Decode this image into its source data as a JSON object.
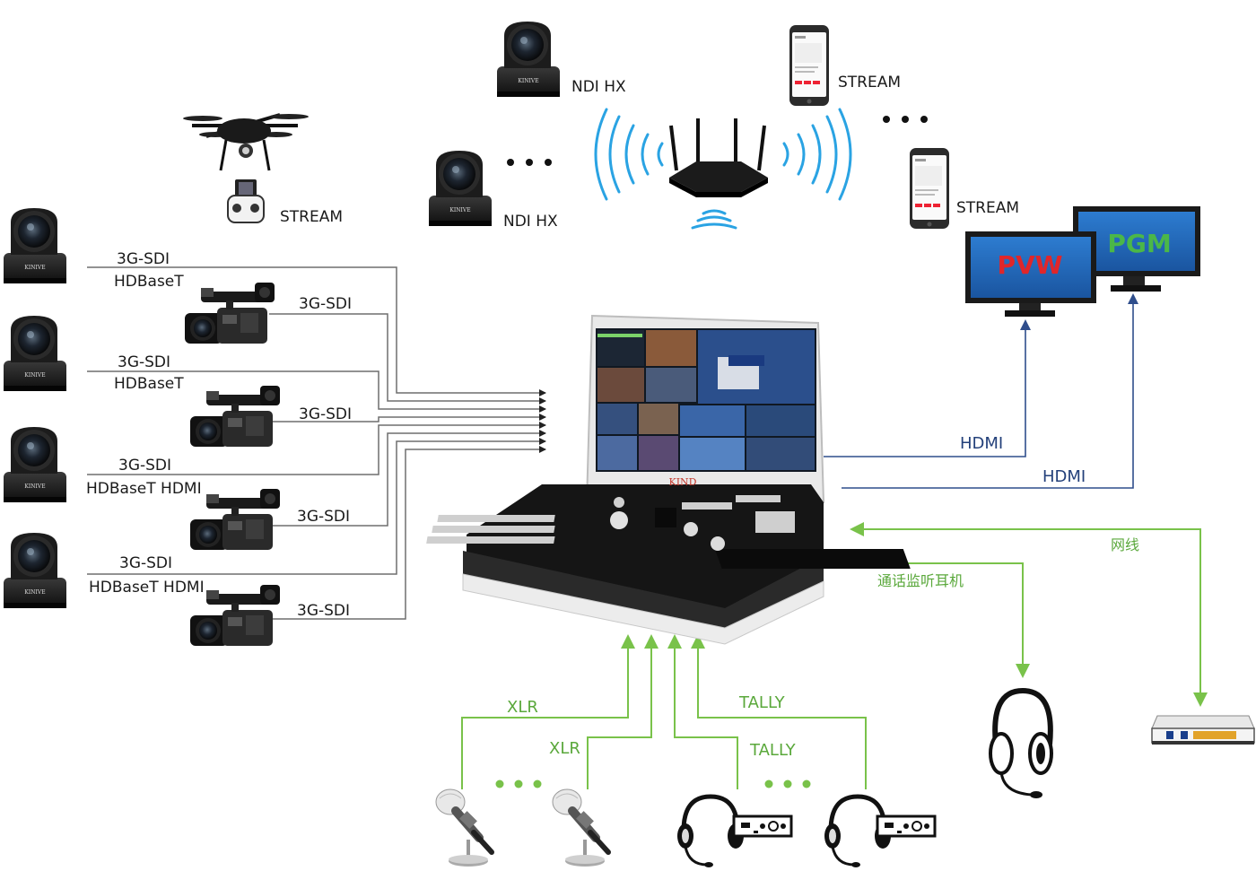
{
  "labels": {
    "drone_stream": "STREAM",
    "ndi_top": "NDI HX",
    "ndi_mid": "NDI HX",
    "phone_top_stream": "STREAM",
    "phone_right_stream": "STREAM",
    "ptz1_sdi": "3G-SDI",
    "ptz1_hdbt": "HDBaseT",
    "ptz2_sdi": "3G-SDI",
    "ptz2_hdbt": "HDBaseT",
    "ptz3_sdi": "3G-SDI",
    "ptz3_hdbt": "HDBaseT HDMI",
    "ptz4_sdi": "3G-SDI",
    "ptz4_hdbt": "HDBaseT HDMI",
    "cam1_sdi": "3G-SDI",
    "cam2_sdi": "3G-SDI",
    "cam3_sdi": "3G-SDI",
    "cam4_sdi": "3G-SDI",
    "hdmi_pvw": "HDMI",
    "hdmi_pgm": "HDMI",
    "pvw": "PVW",
    "pgm": "PGM",
    "network": "网线",
    "intercom": "通话监听耳机",
    "xlr1": "XLR",
    "xlr2": "XLR",
    "tally1": "TALLY",
    "tally2": "TALLY",
    "ptz_brand": "KINIVE",
    "switcher_brand": "KIND"
  },
  "colors": {
    "sdi_wire": "#6e6e6e",
    "hdmi_wire": "#2f4e8c",
    "aux_wire": "#79c24a",
    "wifi": "#2aa3e3",
    "pvw_text": "#e0262a",
    "pgm_text": "#4bb748",
    "monitor_screen": "#1d66b8"
  },
  "icons": [
    "ptz-camera-icon",
    "camcorder-icon",
    "drone-icon",
    "smartphone-icon",
    "router-icon",
    "monitor-icon",
    "headset-icon",
    "microphone-icon",
    "tally-box-icon",
    "network-switch-icon",
    "video-switcher-icon"
  ]
}
